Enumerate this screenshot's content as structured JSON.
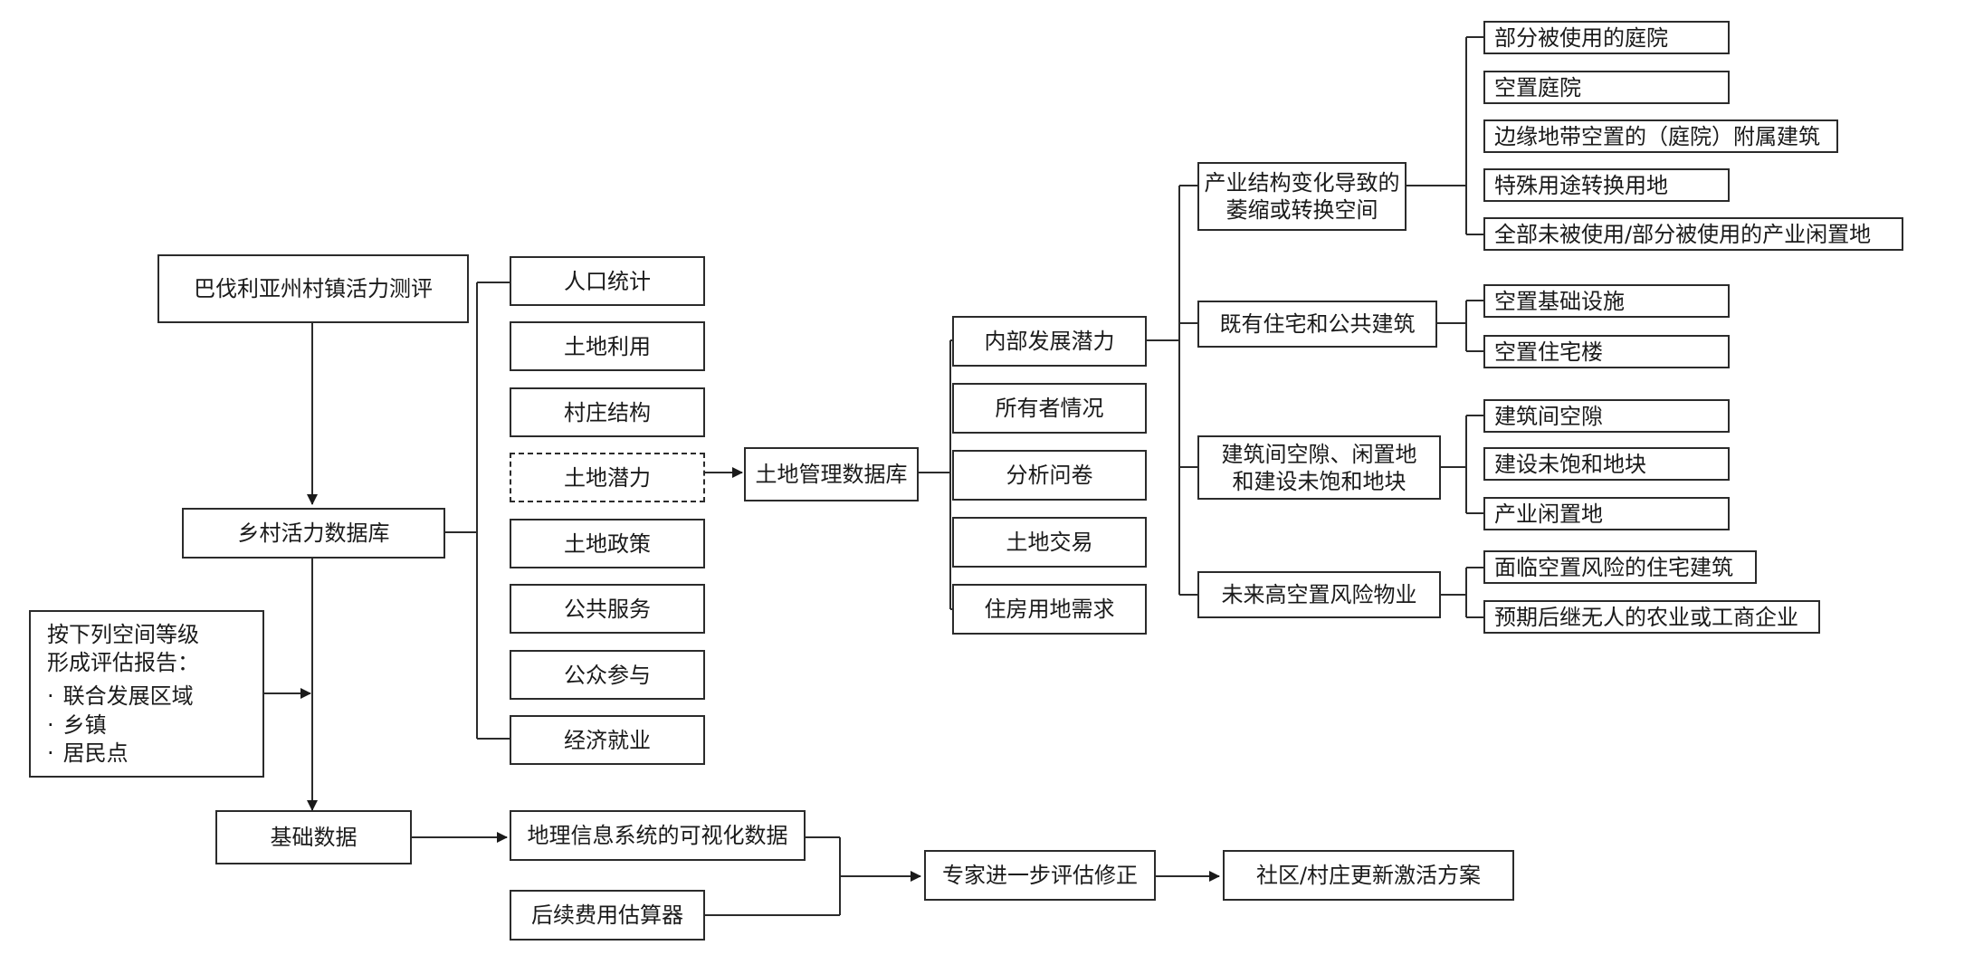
{
  "root": "巴伐利亚州村镇活力测评",
  "database": "乡村活力数据库",
  "basic_data": "基础数据",
  "report_note": {
    "head_line1": "按下列空间等级",
    "head_line2": "形成评估报告：",
    "items": [
      "联合发展区域",
      "乡镇",
      "居民点"
    ]
  },
  "categories": [
    "人口统计",
    "土地利用",
    "村庄结构",
    "土地潜力",
    "土地政策",
    "公共服务",
    "公众参与",
    "经济就业"
  ],
  "land_db": "土地管理数据库",
  "land_db_items": [
    "内部发展潜力",
    "所有者情况",
    "分析问卷",
    "土地交易",
    "住房用地需求"
  ],
  "potentials": [
    {
      "label_line1": "产业结构变化导致的",
      "label_line2": "萎缩或转换空间",
      "items": [
        "部分被使用的庭院",
        "空置庭院",
        "边缘地带空置的（庭院）附属建筑",
        "特殊用途转换用地",
        "全部未被使用/部分被使用的产业闲置地"
      ]
    },
    {
      "label_line1": "既有住宅和公共建筑",
      "label_line2": "",
      "items": [
        "空置基础设施",
        "空置住宅楼"
      ]
    },
    {
      "label_line1": "建筑间空隙、闲置地",
      "label_line2": "和建设未饱和地块",
      "items": [
        "建筑间空隙",
        "建设未饱和地块",
        "产业闲置地"
      ]
    },
    {
      "label_line1": "未来高空置风险物业",
      "label_line2": "",
      "items": [
        "面临空置风险的住宅建筑",
        "预期后继无人的农业或工商企业"
      ]
    }
  ],
  "gis": "地理信息系统的可视化数据",
  "cost": "后续费用估算器",
  "expert": "专家进一步评估修正",
  "result": "社区/村庄更新激活方案"
}
